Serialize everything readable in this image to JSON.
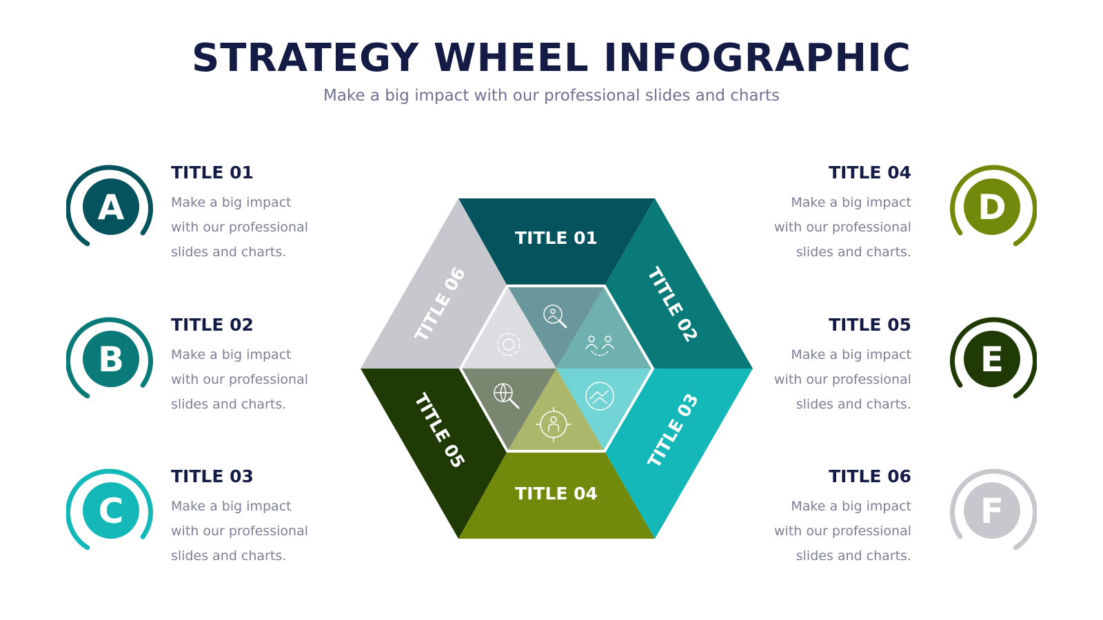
{
  "header": {
    "title": "STRATEGY WHEEL INFOGRAPHIC",
    "subtitle": "Make a big impact with our professional slides and charts"
  },
  "items": [
    {
      "letter": "A",
      "title": "TITLE 01",
      "lines": [
        "Make a big impact",
        "with our professional",
        "slides and charts."
      ],
      "color": "#05535c"
    },
    {
      "letter": "B",
      "title": "TITLE 02",
      "lines": [
        "Make a big impact",
        "with our professional",
        "slides and charts."
      ],
      "color": "#0a7a78"
    },
    {
      "letter": "C",
      "title": "TITLE 03",
      "lines": [
        "Make a big impact",
        "with our professional",
        "slides and charts."
      ],
      "color": "#15b8b8"
    },
    {
      "letter": "D",
      "title": "TITLE 04",
      "lines": [
        "Make a big impact",
        "with our professional",
        "slides and charts."
      ],
      "color": "#728a0b"
    },
    {
      "letter": "E",
      "title": "TITLE 05",
      "lines": [
        "Make a big impact",
        "with our professional",
        "slides and charts."
      ],
      "color": "#1f3a05"
    },
    {
      "letter": "F",
      "title": "TITLE 06",
      "lines": [
        "Make a big impact",
        "with our professional",
        "slides and charts."
      ],
      "color": "#c6c8cd"
    }
  ],
  "wheel": {
    "segments": [
      {
        "label": "TITLE 01",
        "color": "#05535c",
        "inner_color": "#6a979b",
        "icon": "search-people-icon"
      },
      {
        "label": "TITLE 02",
        "color": "#0a7a78",
        "inner_color": "#6fb1ae",
        "icon": "team-network-icon"
      },
      {
        "label": "TITLE 03",
        "color": "#15b8b8",
        "inner_color": "#72d4d4",
        "icon": "handshake-globe-icon"
      },
      {
        "label": "TITLE 04",
        "color": "#728a0b",
        "inner_color": "#abb86c",
        "icon": "person-target-icon"
      },
      {
        "label": "TITLE 05",
        "color": "#1f3a05",
        "inner_color": "#7a8770",
        "icon": "globe-search-icon"
      },
      {
        "label": "TITLE 06",
        "color": "#c6c8cd",
        "inner_color": "#dcdde1",
        "icon": "gear-icon"
      }
    ]
  }
}
